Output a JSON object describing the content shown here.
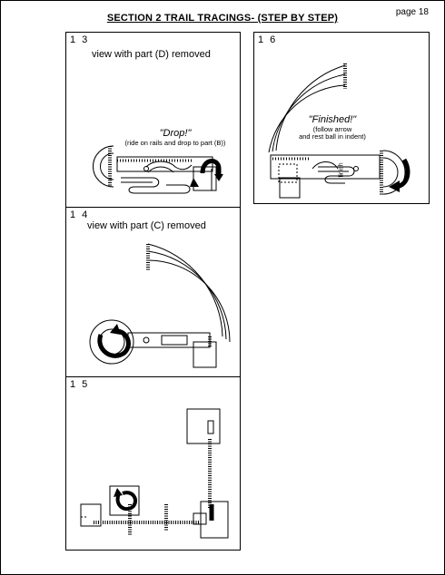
{
  "header": {
    "title": "SECTION 2 TRAIL TRACINGS- (STEP BY STEP)",
    "page_label": "page 18"
  },
  "panels": {
    "p13": {
      "number": "1 3",
      "caption": "view with part (D) removed",
      "note_main": "\"Drop!\"",
      "note_sub": "(ride on rails and drop to part (B))"
    },
    "p14": {
      "number": "1 4",
      "caption": "view with part (C) removed"
    },
    "p15": {
      "number": "1 5"
    },
    "p16": {
      "number": "1 6",
      "note_main": "\"Finished!\"",
      "note_line1": "(follow arrow",
      "note_line2": "and rest ball in indent)",
      "finish_label": "finish"
    }
  }
}
